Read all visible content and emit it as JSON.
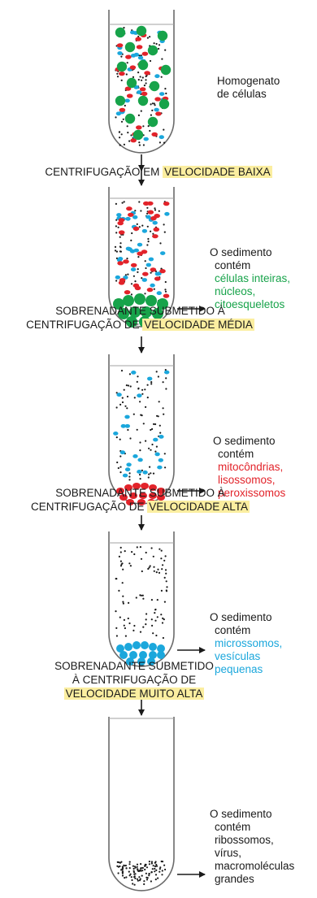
{
  "tubes": [
    {
      "label_lines": [
        "Homogenato",
        "de células"
      ],
      "pellet": ""
    },
    {
      "caption_before": [
        "CENTRIFUGAÇÃO EM "
      ],
      "caption_highlight": "VELOCIDADE BAIXA",
      "sediment_title": "O sedimento",
      "sediment_verb": "contém",
      "sediment_items": [
        "células inteiras,",
        "núcleos,",
        "citoesqueletos"
      ],
      "sediment_color": "#17a34a"
    },
    {
      "caption_before": [
        "SOBRENADANTE SUBMETIDO À",
        "CENTRIFUGAÇÃO DE "
      ],
      "caption_highlight": "VELOCIDADE MÉDIA",
      "sediment_title": "O sedimento",
      "sediment_verb": "contém",
      "sediment_items": [
        "mitocôndrias,",
        "lisossomos,",
        "peroxissomos"
      ],
      "sediment_color": "#e2232a"
    },
    {
      "caption_before": [
        "SOBRENADANTE SUBMETIDO À",
        "CENTRIFUGAÇÃO DE "
      ],
      "caption_highlight": "VELOCIDADE ALTA",
      "sediment_title": "O sedimento",
      "sediment_verb": "contém",
      "sediment_items": [
        "microssomos,",
        "vesículas",
        "pequenas"
      ],
      "sediment_color": "#1ba7dc"
    },
    {
      "caption_before": [
        "SOBRENADANTE SUBMETIDO",
        "À CENTRIFUGAÇÃO DE"
      ],
      "caption_highlight": "VELOCIDADE MUITO ALTA",
      "sediment_title": "O sedimento",
      "sediment_verb": "contém",
      "sediment_items": [
        "ribossomos,",
        "vírus,",
        "macromoléculas",
        "grandes"
      ],
      "sediment_color": "#1a1a1a"
    }
  ],
  "colors": {
    "nuclei": "#17a34a",
    "mitochondria": "#e2232a",
    "microsomes": "#1ba7dc",
    "ribosomes": "#1a1a1a",
    "highlight": "#fbeea0"
  }
}
